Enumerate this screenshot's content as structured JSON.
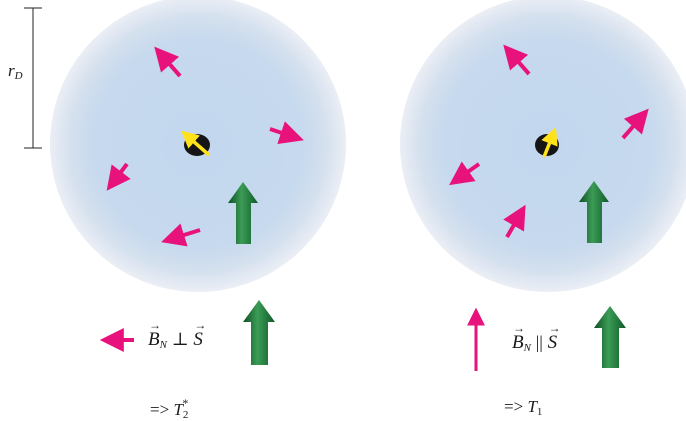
{
  "scale": {
    "label_main": "r",
    "label_sub": "D"
  },
  "left_panel": {
    "relation_lhs": "B",
    "relation_lhs_sub": "N",
    "relation_op": "⊥",
    "relation_rhs": "S",
    "result_prefix": "=>",
    "result_symbol": "T",
    "result_sub": "2",
    "result_sup": "*"
  },
  "right_panel": {
    "relation_lhs": "B",
    "relation_lhs_sub": "N",
    "relation_op": "||",
    "relation_rhs": "S",
    "result_prefix": "=>",
    "result_symbol": "T",
    "result_sub": "1"
  },
  "colors": {
    "sphere_inner": "#c2d7ee",
    "sphere_outer": "#e7ecf4",
    "field_arrow": "#e8127c",
    "spin_arrow_dark": "#0f5a2a",
    "spin_arrow_light": "#3a9a55",
    "nucleus": "#151515",
    "nucleus_arrow": "#ffe21a"
  }
}
